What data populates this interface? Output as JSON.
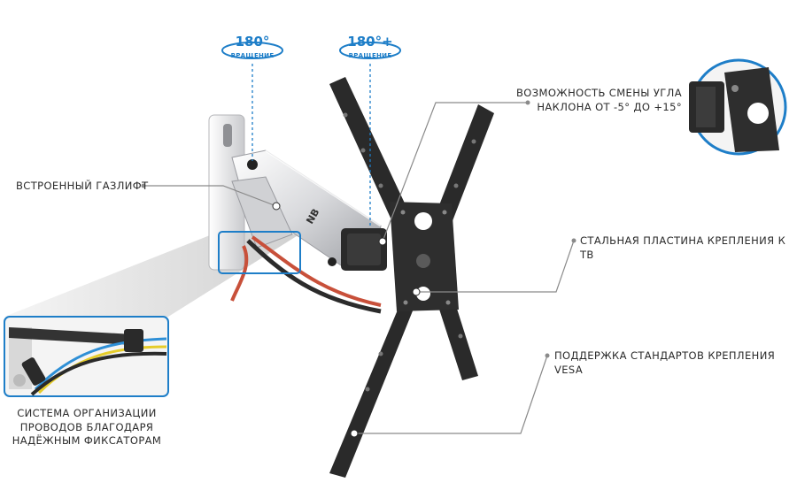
{
  "rotation_badges": [
    {
      "angle": "180°",
      "word": "ВРАЩЕНИЕ"
    },
    {
      "angle": "180°+",
      "word": "ВРАЩЕНИЕ"
    }
  ],
  "arm_logo": "NB",
  "labels": {
    "gas_lift": "ВСТРОЕННЫЙ ГАЗЛИФТ",
    "tilt": [
      "ВОЗМОЖНОСТЬ СМЕНЫ УГЛА",
      "НАКЛОНА ОТ -5° ДО +15°"
    ],
    "steel_plate": "СТАЛЬНАЯ ПЛАСТИНА КРЕПЛЕНИЯ К ТВ",
    "vesa": "ПОДДЕРЖКА СТАНДАРТОВ КРЕПЛЕНИЯ VESA",
    "cable": [
      "СИСТЕМА ОРГАНИЗАЦИИ",
      "ПРОВОДОВ БЛАГОДАРЯ",
      "НАДЁЖНЫМ ФИКСАТОРАМ"
    ]
  },
  "colors": {
    "accent": "#1e7ec8",
    "bracket": "#2a2a2a",
    "arm": "#e8e8ea",
    "callout_line": "#8a8a8a"
  }
}
